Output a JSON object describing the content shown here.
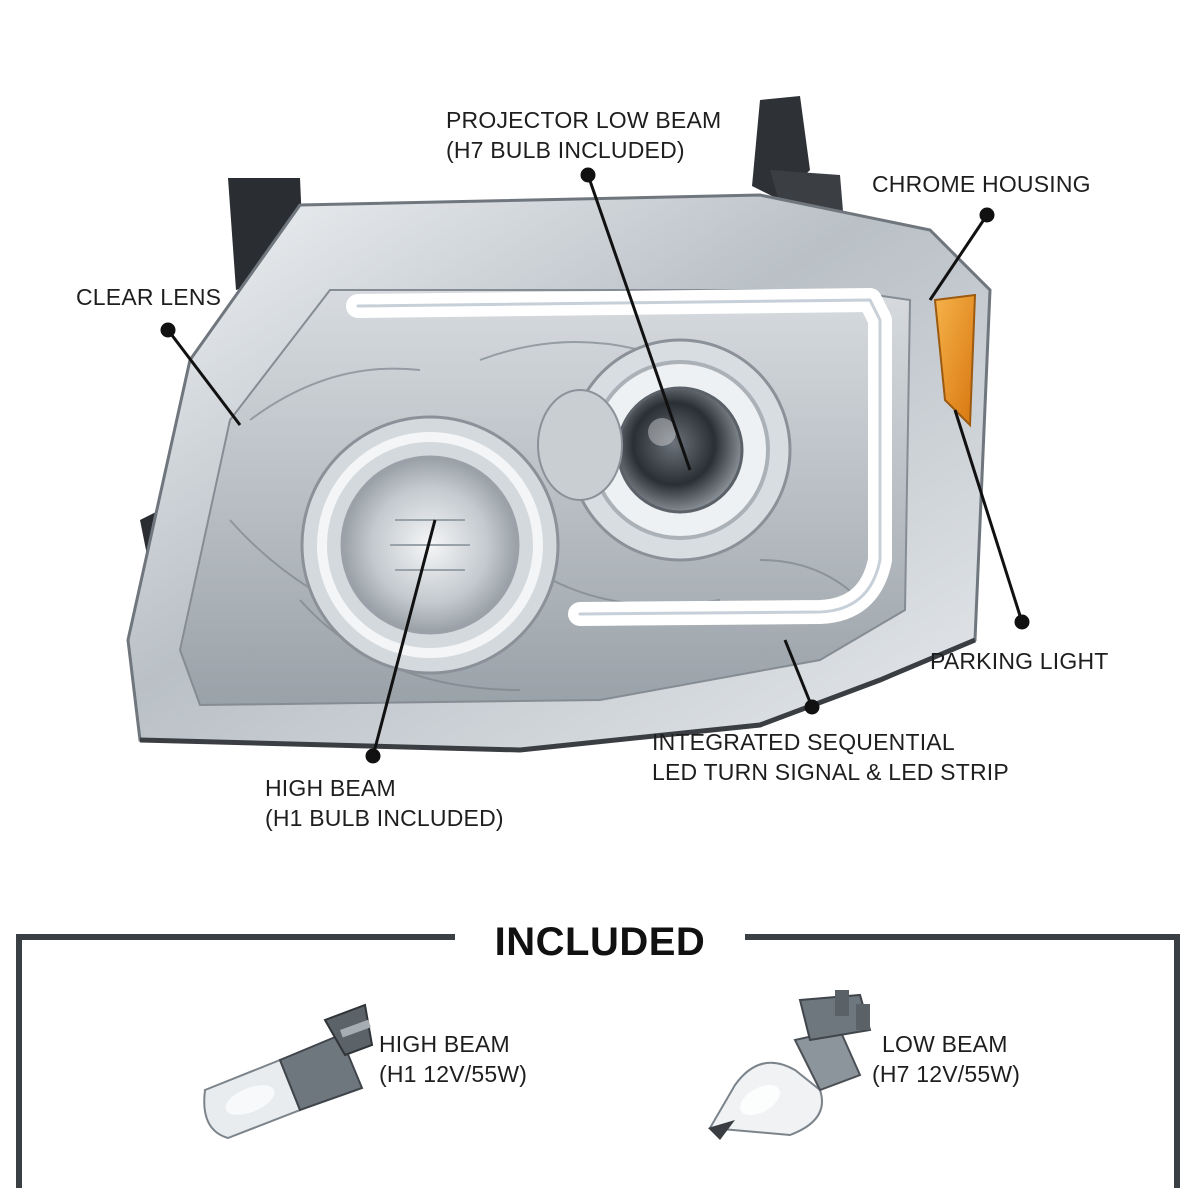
{
  "callouts": {
    "projector_low_beam": [
      "PROJECTOR LOW BEAM",
      "(H7 BULB INCLUDED)"
    ],
    "chrome_housing": [
      "CHROME HOUSING"
    ],
    "clear_lens": [
      "CLEAR LENS"
    ],
    "parking_light": [
      "PARKING LIGHT"
    ],
    "led_strip": [
      "INTEGRATED SEQUENTIAL",
      "LED TURN SIGNAL & LED STRIP"
    ],
    "high_beam": [
      "HIGH BEAM",
      "(H1 BULB INCLUDED)"
    ]
  },
  "included": {
    "title": "INCLUDED",
    "high_beam_bulb": [
      "HIGH BEAM",
      "(H1 12V/55W)"
    ],
    "low_beam_bulb": [
      "LOW BEAM",
      "(H7 12V/55W)"
    ]
  },
  "colors": {
    "chrome": "#c9ced3",
    "amber": "#e8901c",
    "frame": "#3a3f44",
    "leader": "#111111"
  },
  "icons": {
    "headlight": "headlight-assembly-icon",
    "h1_bulb": "h1-bulb-icon",
    "h7_bulb": "h7-bulb-icon"
  }
}
